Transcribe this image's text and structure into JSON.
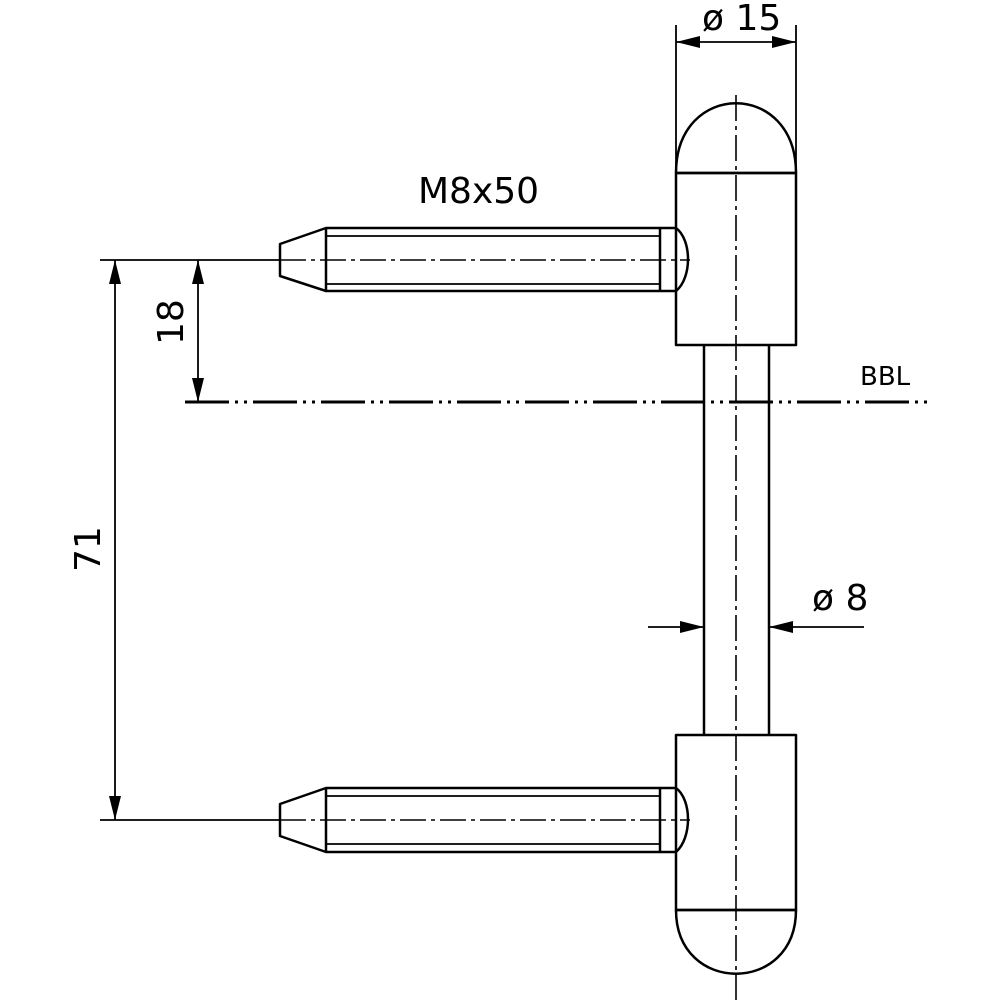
{
  "labels": {
    "dim_top_diameter": "ø 15",
    "thread_spec": "M8x50",
    "dim_offset": "18",
    "dim_pin_spacing": "71",
    "reference_line": "BBL",
    "dim_shaft_diameter": "ø 8"
  },
  "colors": {
    "stroke": "#000000",
    "background": "#ffffff"
  }
}
